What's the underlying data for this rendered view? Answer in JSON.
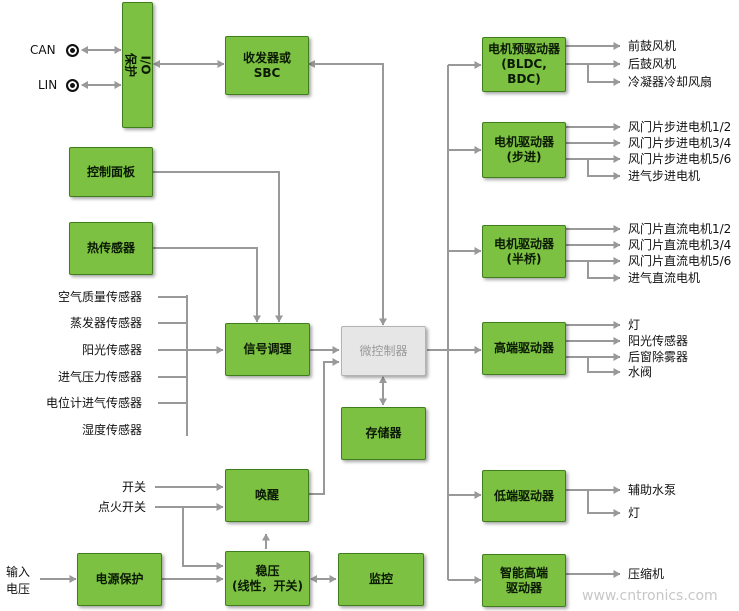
{
  "colors": {
    "box_fill": "#7cc142",
    "box_border": "#3f7d1d",
    "mcu_fill": "#e6e6e6",
    "line": "#999999"
  },
  "ports": {
    "can": "CAN",
    "lin": "LIN"
  },
  "blocks": {
    "io_protect": "I/O保护",
    "transceiver": "收发器或\nSBC",
    "control_panel": "控制面板",
    "thermal_sensor": "热传感器",
    "signal_conditioning": "信号调理",
    "mcu": "微控制器",
    "memory": "存储器",
    "wakeup": "唤醒",
    "power_protect": "电源保护",
    "regulator": "稳压\n(线性，开关)",
    "monitor": "监控",
    "motor_predriver": "电机预驱动器\n(BLDC, BDC)",
    "motor_driver_step": "电机驱动器\n(步进)",
    "motor_driver_half": "电机驱动器\n(半桥)",
    "high_side": "高端驱动器",
    "low_side": "低端驱动器",
    "smart_high_side": "智能高端\n驱动器"
  },
  "sensors": [
    "空气质量传感器",
    "蒸发器传感器",
    "阳光传感器",
    "进气压力传感器",
    "电位计进气传感器",
    "湿度传感器"
  ],
  "inputs": {
    "switch": "开关",
    "ignition": "点火开关",
    "input_voltage": "输入\n电压"
  },
  "outputs": {
    "motor_predriver": [
      "前鼓风机",
      "后鼓风机",
      "冷凝器冷却风扇"
    ],
    "motor_driver_step": [
      "风门片步进电机1/2",
      "风门片步进电机3/4",
      "风门片步进电机5/6",
      "进气步进电机"
    ],
    "motor_driver_half": [
      "风门片直流电机1/2",
      "风门片直流电机3/4",
      "风门片直流电机5/6",
      "进气直流电机"
    ],
    "high_side": [
      "灯",
      "阳光传感器",
      "后窗除雾器",
      "水阀"
    ],
    "low_side": [
      "辅助水泵",
      "灯"
    ],
    "smart_high_side": [
      "压缩机"
    ]
  },
  "watermark": "www.cntronics.com"
}
